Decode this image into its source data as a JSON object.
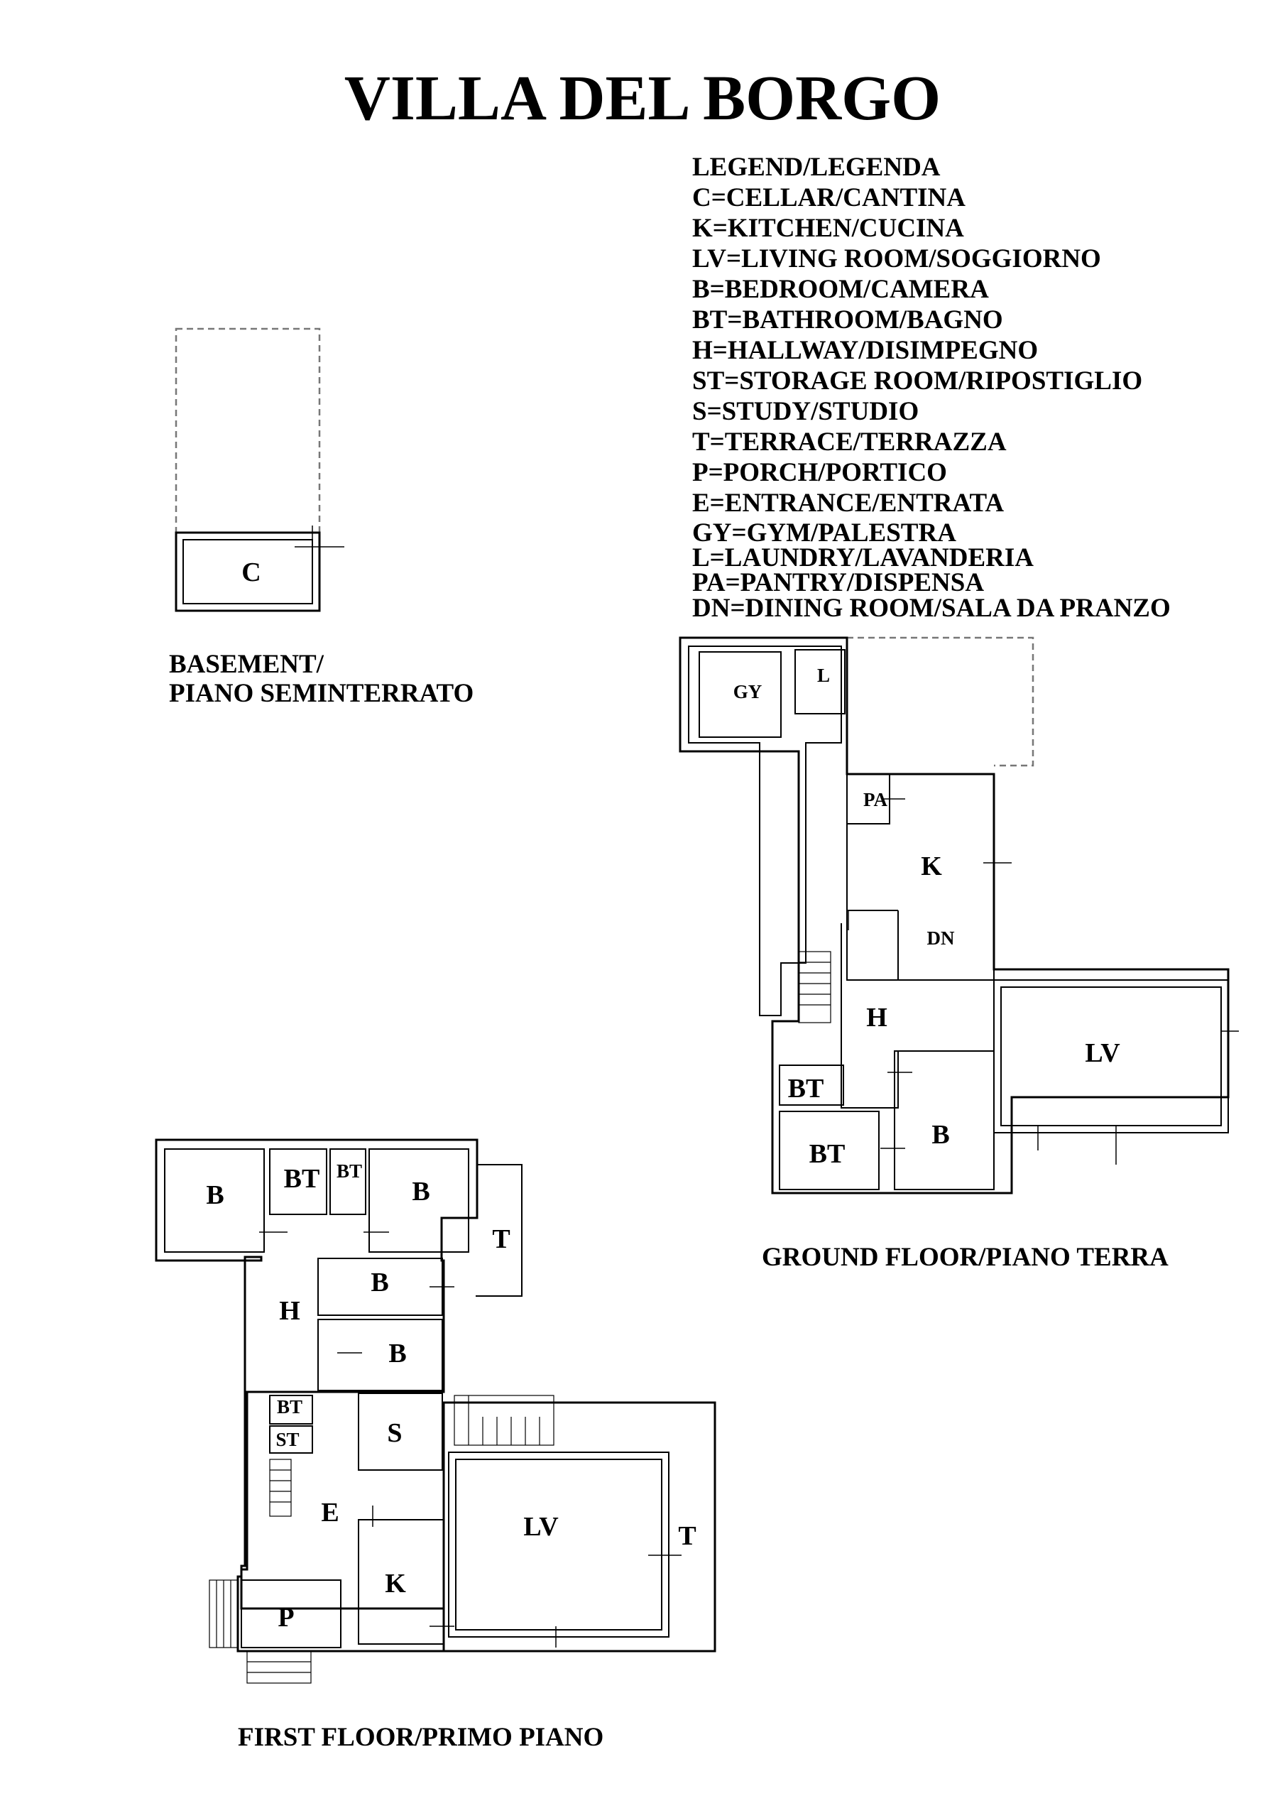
{
  "title": "VILLA DEL BORGO",
  "legend": [
    "LEGEND/LEGENDA",
    "C=CELLAR/CANTINA",
    "K=KITCHEN/CUCINA",
    "LV=LIVING ROOM/SOGGIORNO",
    "B=BEDROOM/CAMERA",
    "BT=BATHROOM/BAGNO",
    "H=HALLWAY/DISIMPEGNO",
    "ST=STORAGE ROOM/RIPOSTIGLIO",
    "S=STUDY/STUDIO",
    "T=TERRACE/TERRAZZA",
    "P=PORCH/PORTICO",
    "E=ENTRANCE/ENTRATA",
    "GY=GYM/PALESTRA",
    "L=LAUNDRY/LAVANDERIA",
    "PA=PANTRY/DISPENSA",
    "DN=DINING ROOM/SALA DA PRANZO"
  ],
  "floors": {
    "basement": {
      "caption_lines": [
        "BASEMENT/",
        "PIANO SEMINTERRATO"
      ],
      "rooms": [
        "C"
      ]
    },
    "ground": {
      "caption": "GROUND FLOOR/PIANO TERRA",
      "rooms": [
        "GY",
        "L",
        "PA",
        "K",
        "DN",
        "H",
        "LV",
        "BT",
        "BT",
        "B"
      ]
    },
    "first": {
      "caption": "FIRST FLOOR/PRIMO PIANO",
      "rooms": [
        "B",
        "BT",
        "BT",
        "B",
        "T",
        "B",
        "H",
        "B",
        "BT",
        "S",
        "ST",
        "E",
        "LV",
        "T",
        "K",
        "P"
      ]
    }
  }
}
